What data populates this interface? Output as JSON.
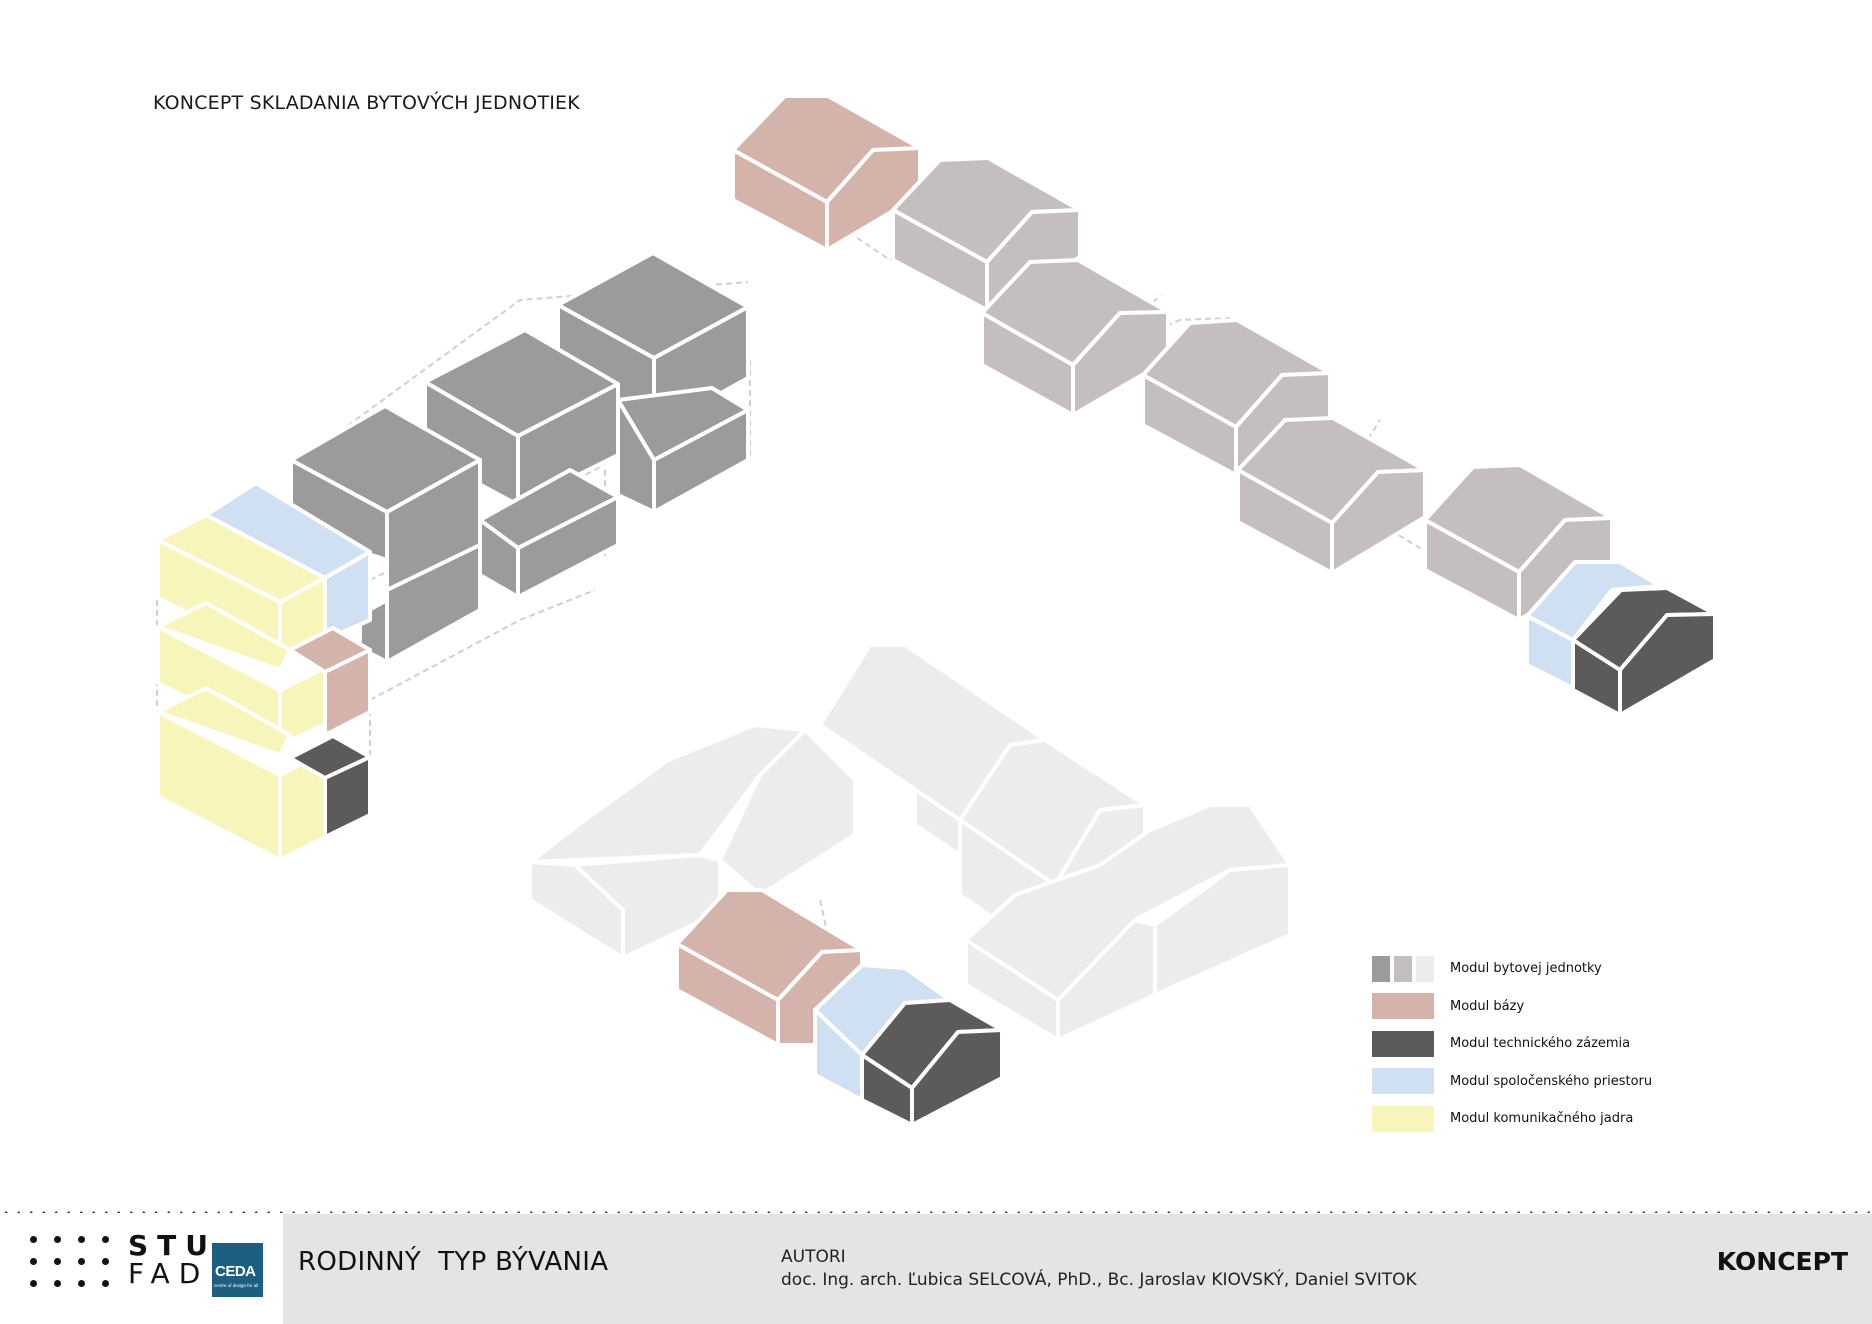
{
  "page": {
    "title": "KONCEPT SKLADANIA BYTOVÝCH JEDNOTIEK"
  },
  "colors": {
    "unit_dark": "#9b9b9b",
    "unit_mid": "#c4bebe",
    "unit_light": "#ececec",
    "base": "#d4b3aa",
    "technical": "#5d5a5a",
    "social": "#cfe0f2",
    "communication": "#f8f5ba",
    "edge": "#ffffff",
    "ghost": "#c8c8c8",
    "footer_bg": "#e3e4e4",
    "ceda_blue": "#1d5f80"
  },
  "legend": [
    {
      "label": "Modul bytovej jednotky",
      "swatches": [
        "#9b9b9b",
        "#c4bebe",
        "#ececec"
      ]
    },
    {
      "label": "Modul bázy",
      "swatches": [
        "#d4b3aa"
      ]
    },
    {
      "label": "Modul technického zázemia",
      "swatches": [
        "#5d5a5a"
      ]
    },
    {
      "label": "Modul spoločenského priestoru",
      "swatches": [
        "#cfe0f2"
      ]
    },
    {
      "label": "Modul komunikačného jadra",
      "swatches": [
        "#f8f5ba"
      ]
    }
  ],
  "footer": {
    "logo_stu_line1": "STU",
    "logo_stu_line2": "FAD",
    "logo_ceda": "CEDA",
    "logo_ceda_sub": "centre of design for all",
    "project_title": "RODINNÝ  TYP BÝVANIA",
    "authors_label": "AUTORI",
    "authors": "doc. Ing. arch. Ľubica SELCOVÁ, PhD., Bc. Jaroslav KIOVSKÝ, Daniel SVITOK",
    "sheet_title": "KONCEPT"
  }
}
